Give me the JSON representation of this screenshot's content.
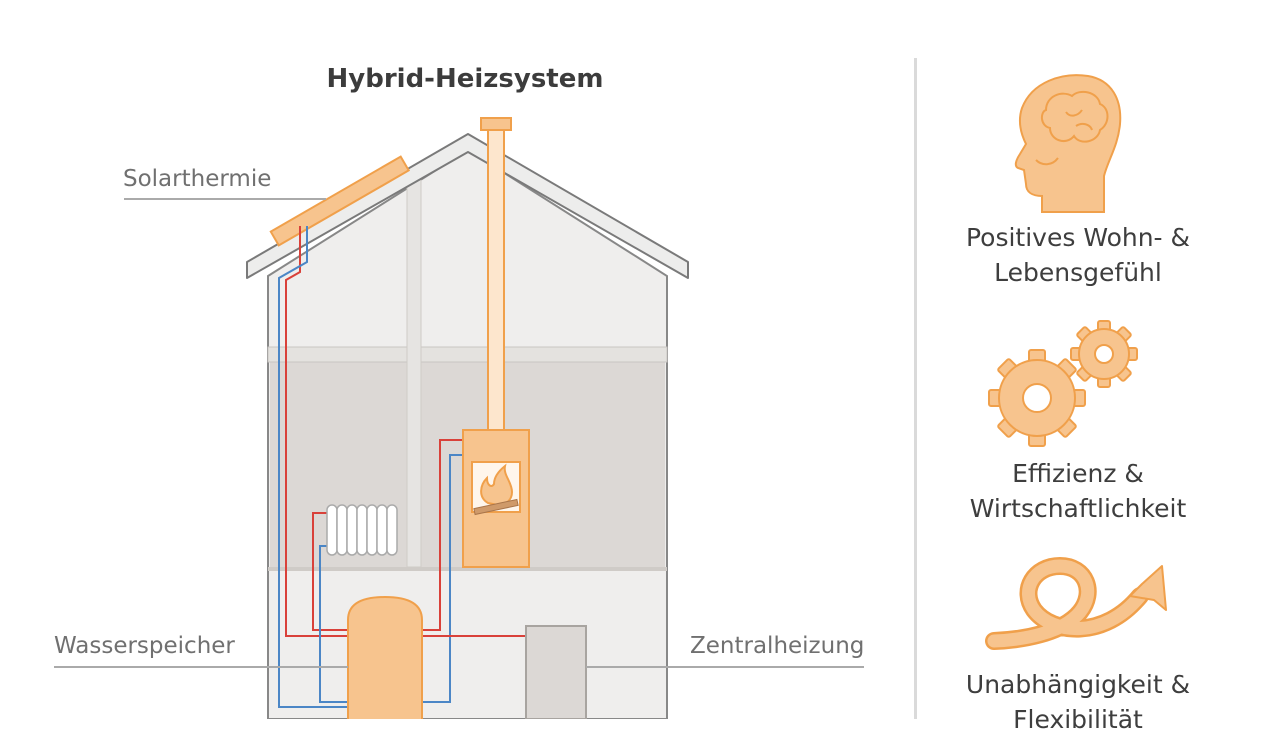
{
  "diagram": {
    "title": "Hybrid-Heizsystem",
    "labels": {
      "solar": "Solarthermie",
      "storage": "Wasserspeicher",
      "central_heating": "Zentralheizung"
    }
  },
  "benefits": [
    {
      "icon": "head-brain-icon",
      "line1": "Positives Wohn- &",
      "line2": "Lebensgefühl"
    },
    {
      "icon": "gears-icon",
      "line1": "Effizienz &",
      "line2": "Wirtschaftlichkeit"
    },
    {
      "icon": "swirl-arrow-icon",
      "line1": "Unabhängigkeit &",
      "line2": "Flexibilität"
    }
  ],
  "colors": {
    "accent": "#F7C48E",
    "accent_stroke": "#F0A04B",
    "wall": "#EFEEED",
    "wall_dark": "#DCD8D5",
    "outline": "#7A7A7A",
    "pipe_hot": "#D9413A",
    "pipe_cold": "#4B86C6"
  }
}
